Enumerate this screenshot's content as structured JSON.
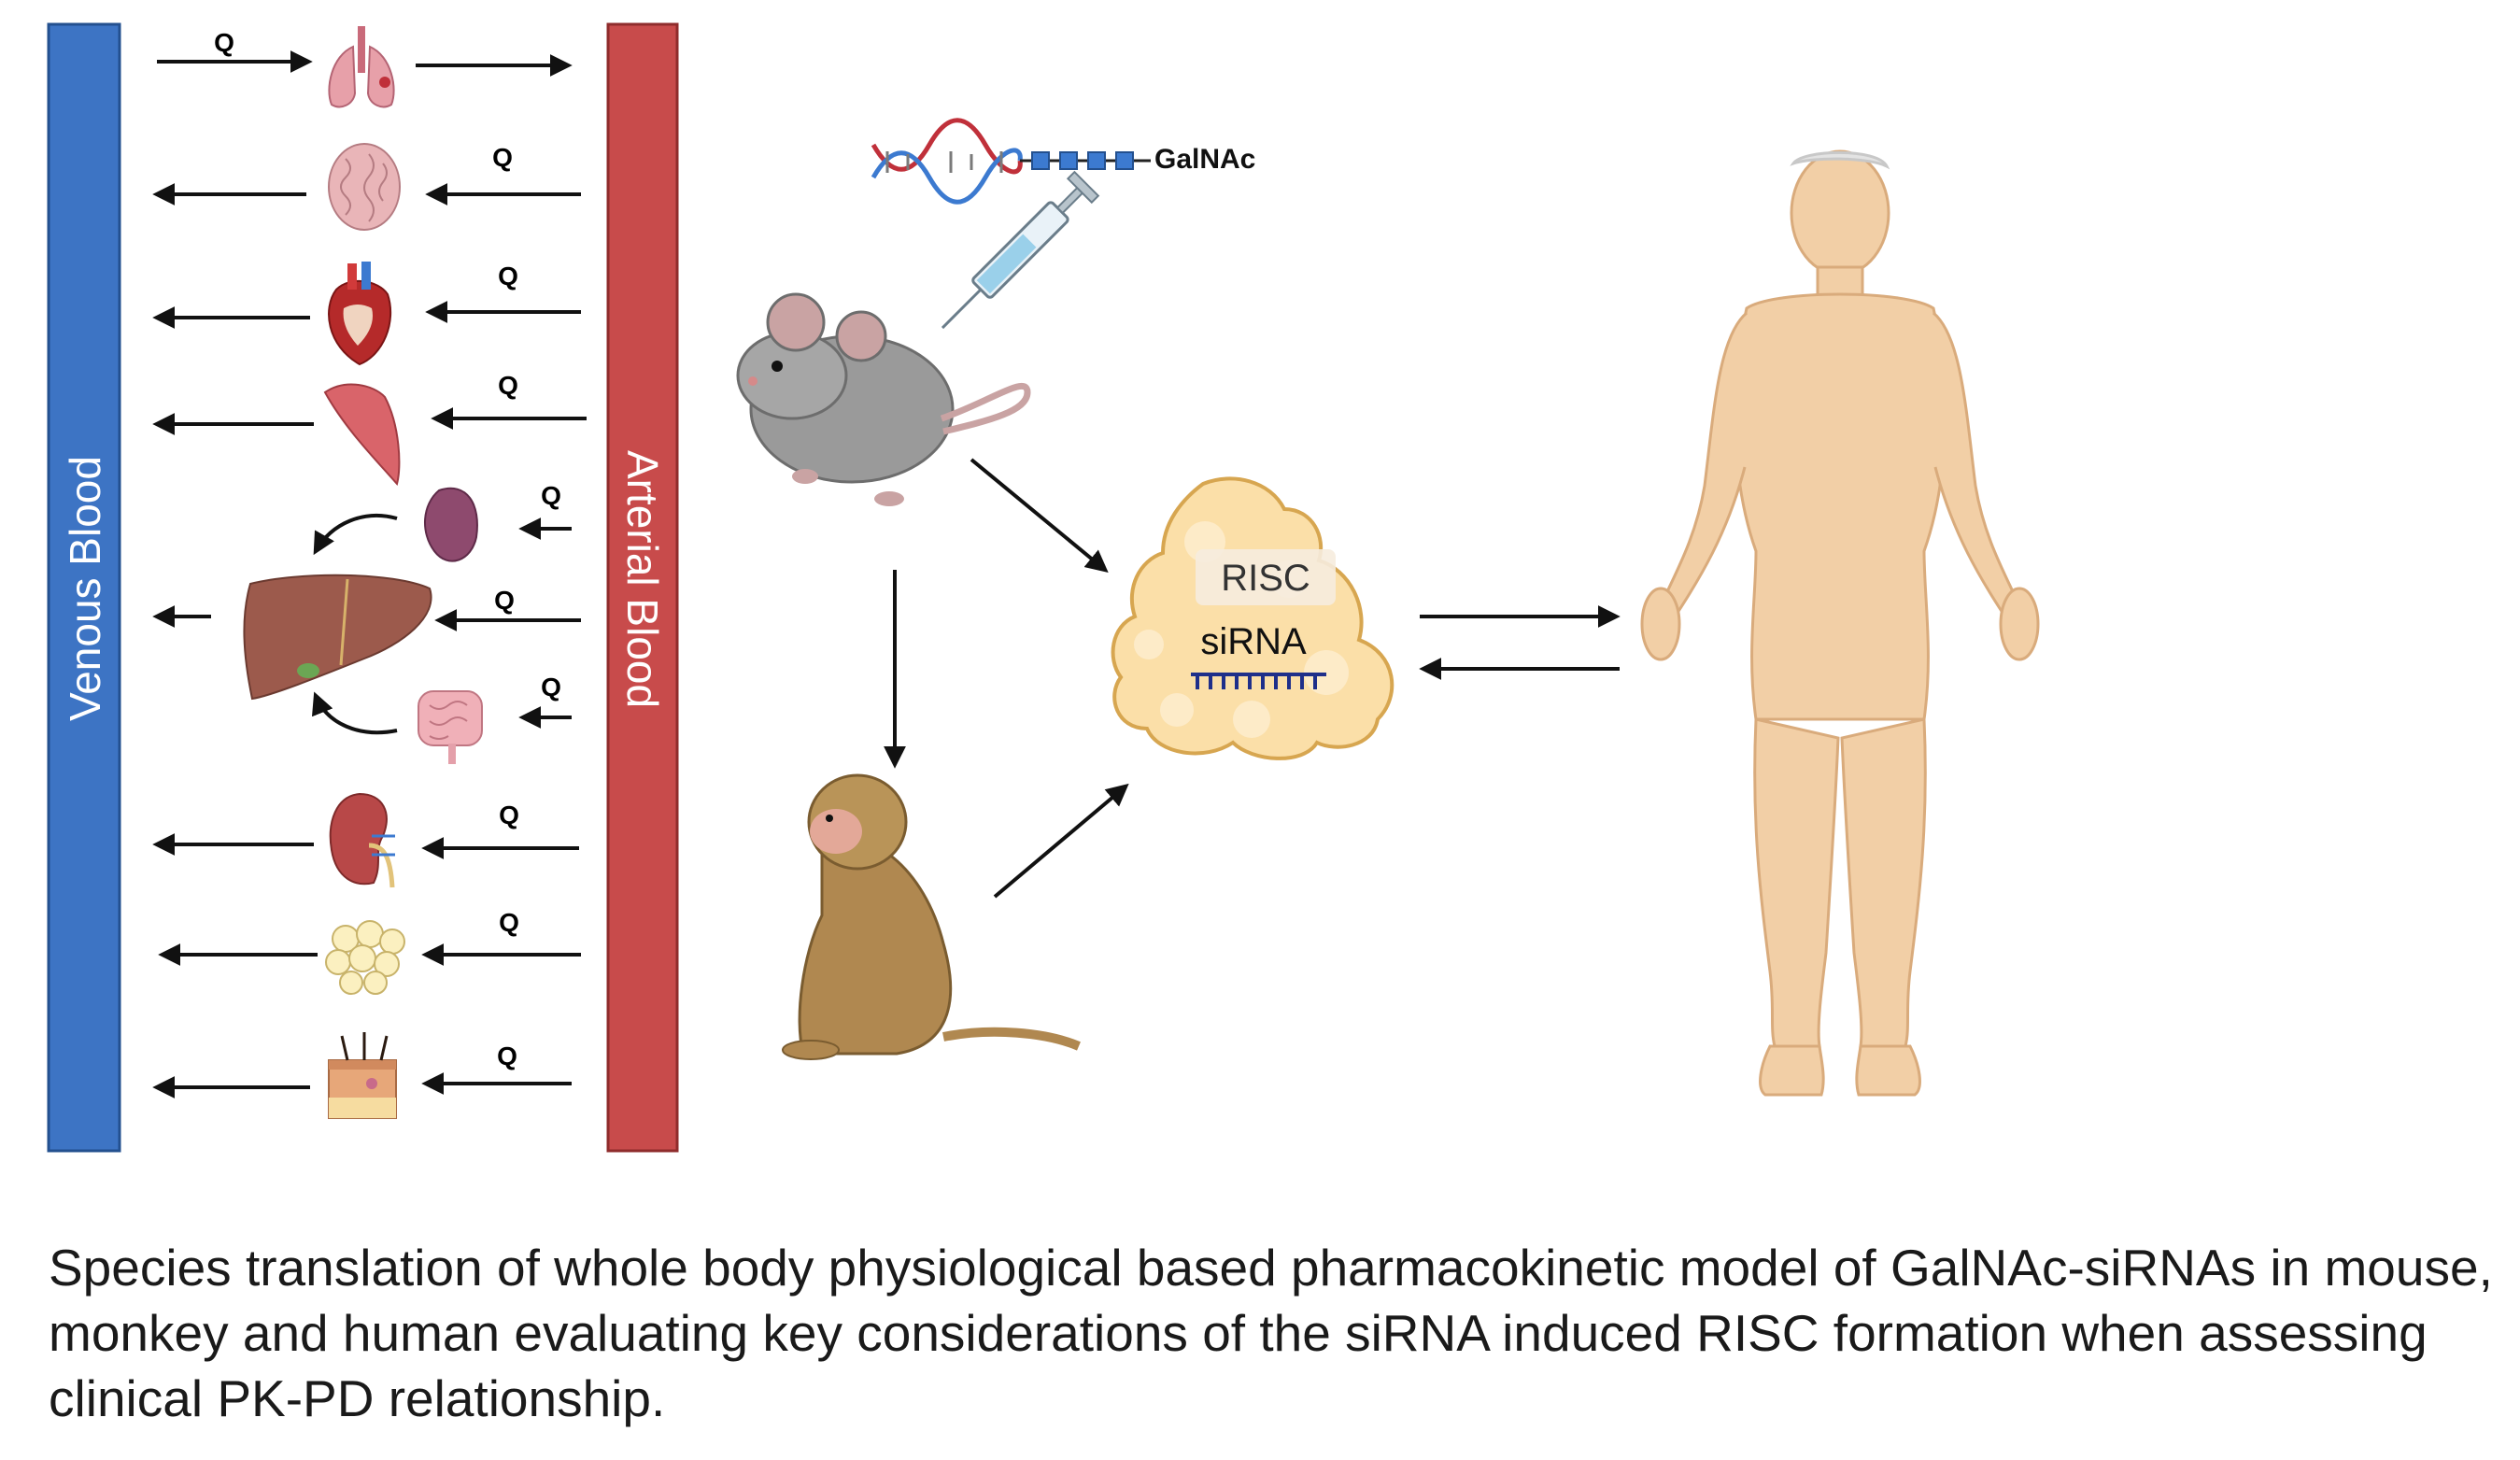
{
  "labels": {
    "venous": "Venous Blood",
    "arterial": "Arterial Blood",
    "flow": "Q",
    "galnac": "GalNAc",
    "risc": "RISC",
    "sirna": "siRNA"
  },
  "caption": "Species translation of whole body physiological based pharmacokinetic model of GalNAc-siRNAs in mouse, monkey and human evaluating key considerations of the siRNA induced RISC formation when assessing clinical PK-PD relationship.",
  "colors": {
    "venous": "#3d74c4",
    "arterial": "#c84b4b",
    "arrow": "#111111",
    "complex": "#fbdfa8",
    "skin": "#f2cfa6",
    "mouse": "#9a9a9a",
    "monkey": "#b08850",
    "organ": "#e0a5ad"
  }
}
